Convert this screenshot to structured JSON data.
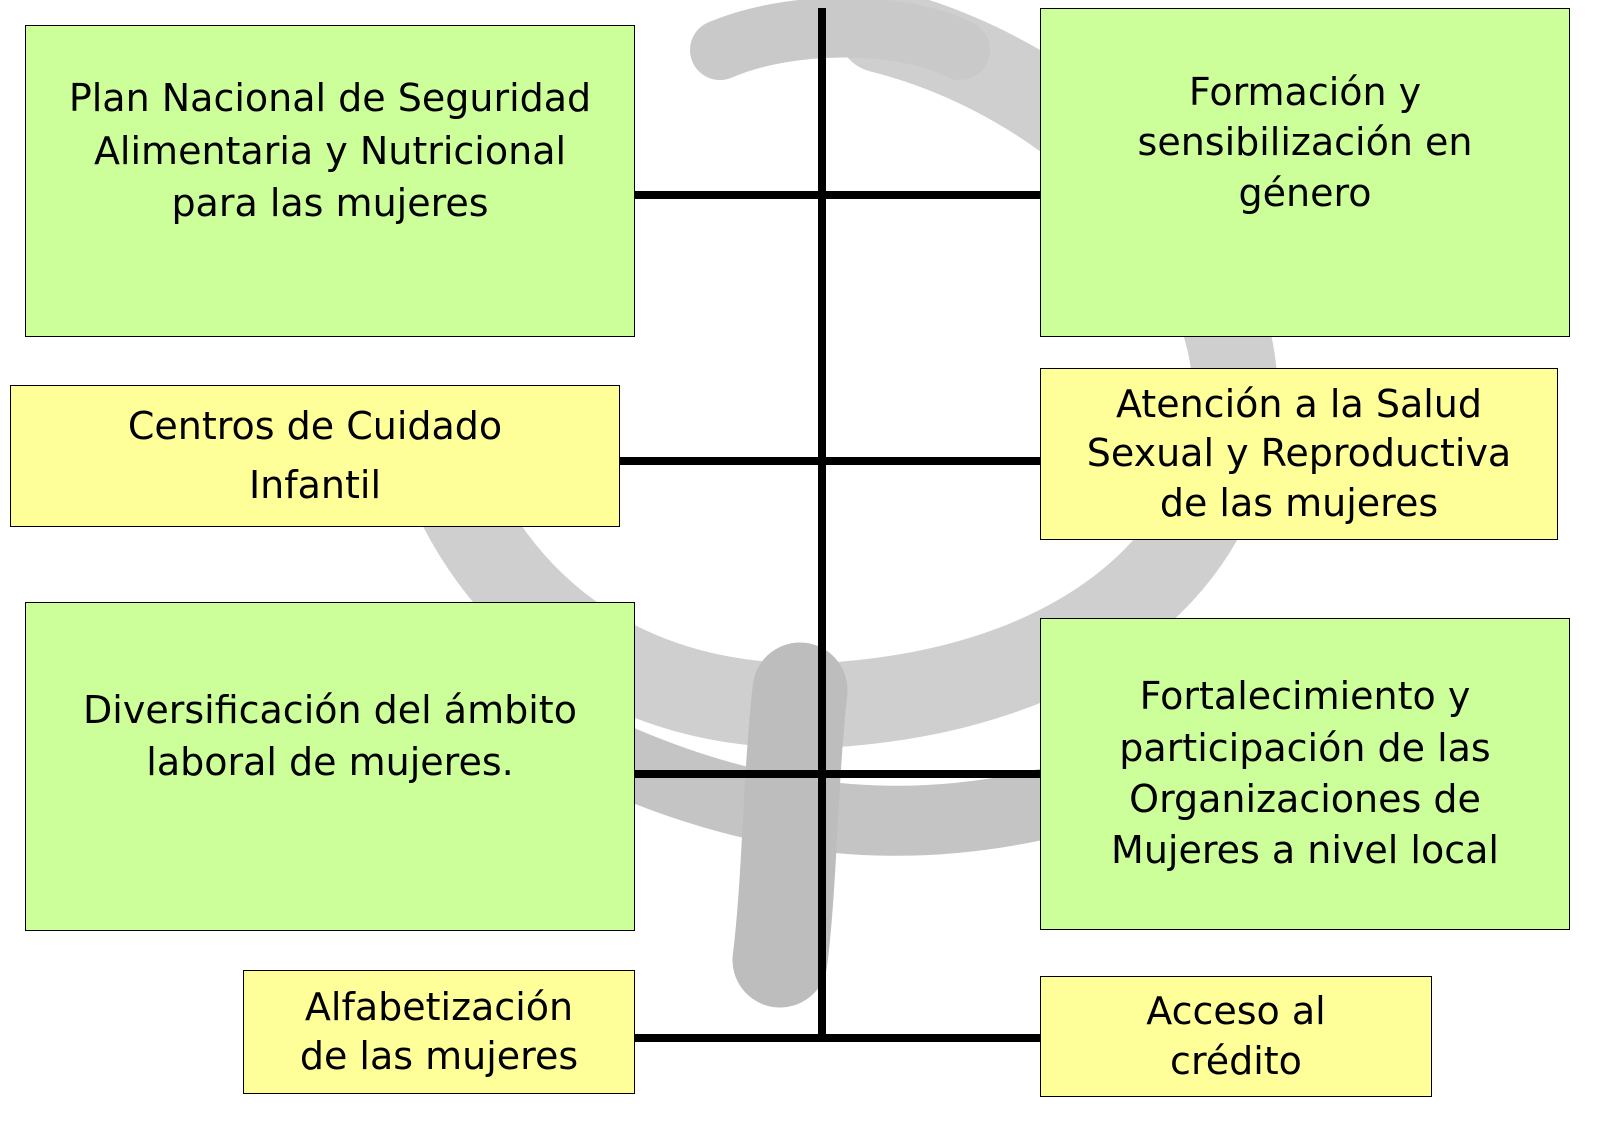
{
  "colors": {
    "green_box": "#ccff99",
    "yellow_box": "#ffff99",
    "line": "#000000",
    "watermark": "#c8c8c8"
  },
  "watermark": "venus-symbol",
  "left_boxes": [
    {
      "text": "Plan Nacional de Seguridad\nAlimentaria y Nutricional\npara las mujeres",
      "color": "green"
    },
    {
      "text": "Centros de Cuidado\nInfantil",
      "color": "yellow"
    },
    {
      "text": "Diversificación del ámbito\nlaboral de mujeres.",
      "color": "green"
    },
    {
      "text": "Alfabetización\nde las mujeres",
      "color": "yellow"
    }
  ],
  "right_boxes": [
    {
      "text": "Formación y\nsensibilización en\ngénero",
      "color": "green"
    },
    {
      "text": "Atención a la Salud\nSexual y Reproductiva\nde las mujeres",
      "color": "yellow"
    },
    {
      "text": "Fortalecimiento y\nparticipación de las\nOrganizaciones de\nMujeres a nivel local",
      "color": "green"
    },
    {
      "text": "Acceso al\ncrédito",
      "color": "yellow"
    }
  ]
}
